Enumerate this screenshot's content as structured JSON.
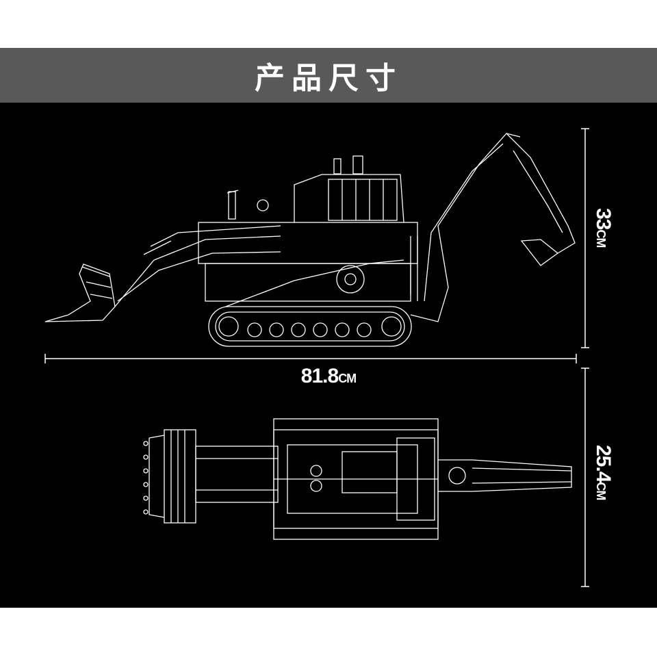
{
  "header": {
    "title": "产品尺寸"
  },
  "dimensions": {
    "length": {
      "value": "81.8",
      "unit": "CM"
    },
    "height": {
      "value": "33",
      "unit": "CM"
    },
    "width": {
      "value": "25.4",
      "unit": "CM"
    }
  },
  "colors": {
    "background": "#000000",
    "header_bar": "#595959",
    "line": "#ffffff"
  }
}
